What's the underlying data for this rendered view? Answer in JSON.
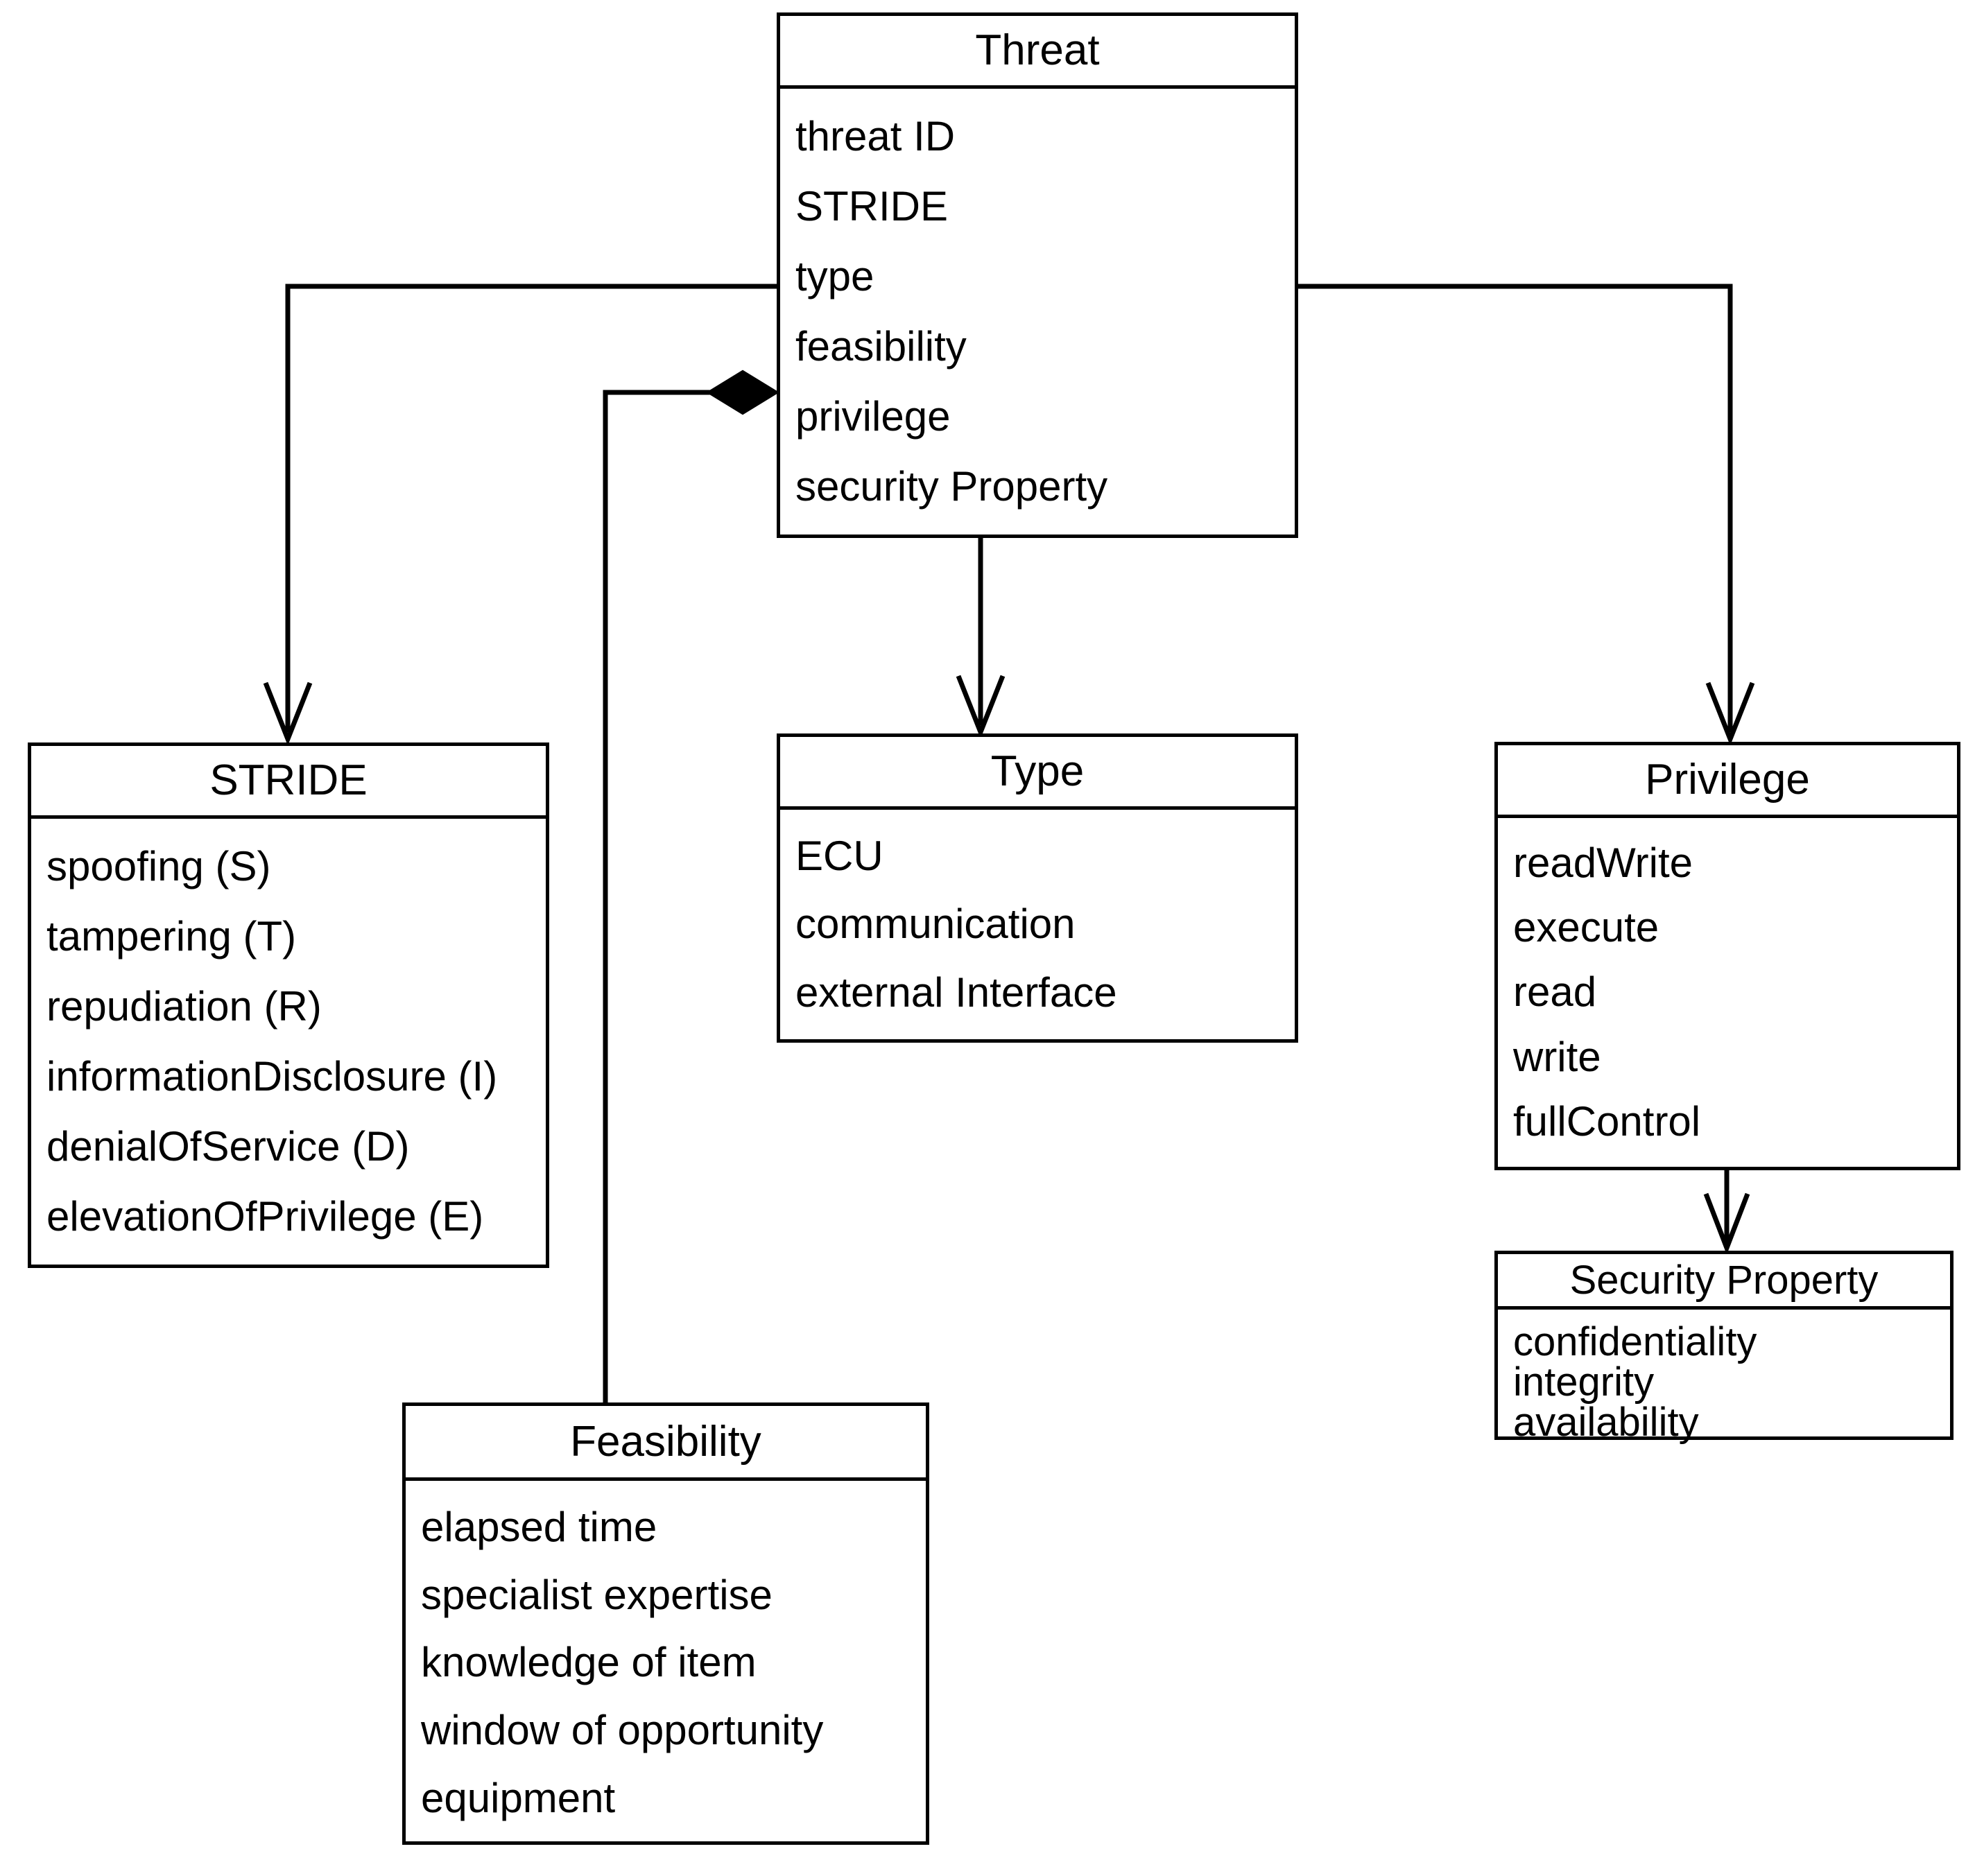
{
  "diagram": {
    "type": "uml-class-diagram",
    "background_color": "#ffffff",
    "line_color": "#000000",
    "text_color": "#000000",
    "classes": [
      {
        "id": "threat",
        "title": "Threat",
        "attributes": [
          "threat ID",
          "STRIDE",
          "type",
          "feasibility",
          "privilege",
          "security Property"
        ]
      },
      {
        "id": "stride",
        "title": "STRIDE",
        "attributes": [
          "spoofing (S)",
          "tampering (T)",
          "repudiation (R)",
          "informationDisclosure (I)",
          "denialOfService (D)",
          "elevationOfPrivilege (E)"
        ]
      },
      {
        "id": "type",
        "title": "Type",
        "attributes": [
          "ECU",
          "communication",
          "external Interface"
        ]
      },
      {
        "id": "privilege",
        "title": "Privilege",
        "attributes": [
          "readWrite",
          "execute",
          "read",
          "write",
          "fullControl"
        ]
      },
      {
        "id": "security_property",
        "title": "Security Property",
        "attributes": [
          "confidentiality",
          "integrity",
          "availability"
        ]
      },
      {
        "id": "feasibility",
        "title": "Feasibility",
        "attributes": [
          "elapsed time",
          "specialist expertise",
          "knowledge of item",
          "window of opportunity",
          "equipment"
        ]
      }
    ],
    "connectors": [
      {
        "id": "threat-to-stride",
        "from": "threat",
        "to": "stride",
        "marker": "open-arrow"
      },
      {
        "id": "threat-to-type",
        "from": "threat",
        "to": "type",
        "marker": "open-arrow"
      },
      {
        "id": "threat-to-privilege",
        "from": "threat",
        "to": "privilege",
        "marker": "open-arrow"
      },
      {
        "id": "privilege-to-security",
        "from": "privilege",
        "to": "security_property",
        "marker": "open-arrow"
      },
      {
        "id": "threat-to-feasibility",
        "from": "threat",
        "to": "feasibility",
        "marker": "filled-diamond"
      }
    ]
  }
}
